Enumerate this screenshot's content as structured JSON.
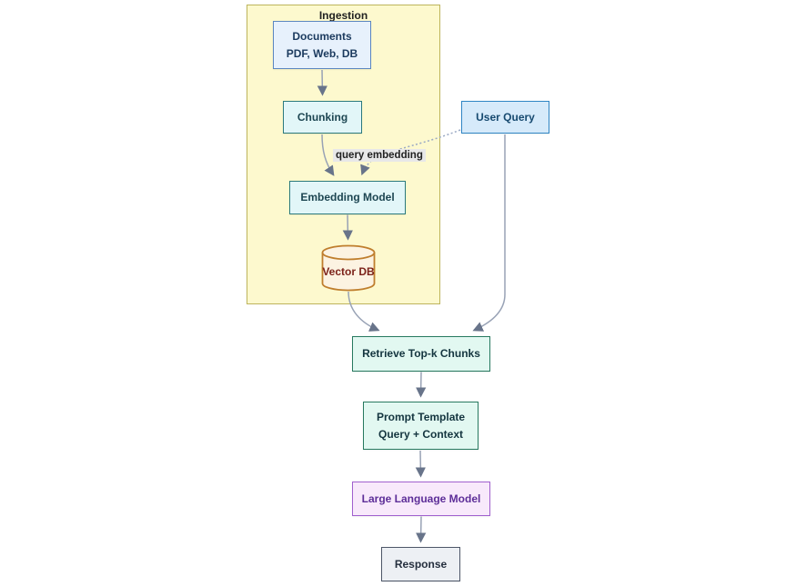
{
  "diagram": {
    "type": "flowchart",
    "cluster": {
      "label": "Ingestion"
    },
    "nodes": {
      "documents": {
        "line1": "Documents",
        "line2": "PDF, Web, DB"
      },
      "chunking": {
        "label": "Chunking"
      },
      "user_query": {
        "label": "User Query"
      },
      "embedding_model": {
        "label": "Embedding Model"
      },
      "vector_db": {
        "label": "Vector DB"
      },
      "retrieve_topk": {
        "label": "Retrieve Top-k Chunks"
      },
      "prompt_template": {
        "line1": "Prompt Template",
        "line2": "Query + Context"
      },
      "llm": {
        "label": "Large Language Model"
      },
      "response": {
        "label": "Response"
      }
    },
    "edge_labels": {
      "query_embedding": "query embedding"
    },
    "edges": [
      {
        "from": "documents",
        "to": "chunking",
        "style": "solid"
      },
      {
        "from": "chunking",
        "to": "embedding_model",
        "style": "solid"
      },
      {
        "from": "user_query",
        "to": "embedding_model",
        "style": "dotted",
        "label": "query embedding"
      },
      {
        "from": "embedding_model",
        "to": "vector_db",
        "style": "solid"
      },
      {
        "from": "vector_db",
        "to": "retrieve_topk",
        "style": "solid"
      },
      {
        "from": "user_query",
        "to": "retrieve_topk",
        "style": "solid"
      },
      {
        "from": "retrieve_topk",
        "to": "prompt_template",
        "style": "solid"
      },
      {
        "from": "prompt_template",
        "to": "llm",
        "style": "solid"
      },
      {
        "from": "llm",
        "to": "response",
        "style": "solid"
      }
    ],
    "colors": {
      "cluster_fill": "#fdf9ce",
      "cluster_border": "#bdb45c",
      "documents_fill": "#e7f1fc",
      "documents_border": "#5b86c0",
      "teal_fill": "#e2f6f8",
      "teal_border": "#2b7a7d",
      "user_query_fill": "#d6eafa",
      "user_query_border": "#2f85c4",
      "vector_db_fill": "#fcf3e2",
      "vector_db_border": "#bf7e2d",
      "vector_db_text": "#7c221a",
      "mint_fill": "#e2f8f1",
      "mint_border": "#27795f",
      "llm_fill": "#f8e9fb",
      "llm_border": "#a05fce",
      "llm_text": "#5d2e98",
      "response_fill": "#edf0f4",
      "response_border": "#4d5668",
      "edge_line": "#98a2b5",
      "edge_arrow": "#68748a",
      "edge_label_bg": "#e8e8e8"
    }
  }
}
